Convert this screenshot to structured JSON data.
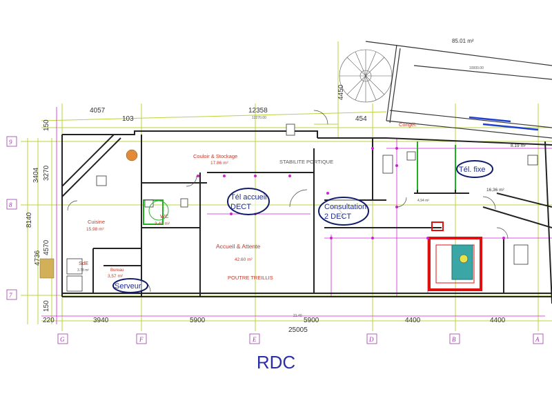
{
  "title": "RDC",
  "top_area_label": "85.01 m²",
  "stair_dim": "10000.00",
  "dims_top": {
    "d1": "4057",
    "d2": "12358",
    "d3": "103",
    "d4": "454",
    "d5": "4450",
    "d6": "12270.00"
  },
  "dims_left": {
    "l1": "150",
    "l2": "3404",
    "l3": "3270",
    "l4": "8140",
    "l5": "4570",
    "l6": "4736",
    "l7": "150"
  },
  "dims_bottom": {
    "b0": "220",
    "b1": "3940",
    "b2": "5900",
    "b3": "5900",
    "b4": "4400",
    "b5": "4400",
    "total": "25005",
    "sub": "21.40"
  },
  "axes_bottom": [
    "G",
    "F",
    "E",
    "D",
    "B",
    "A"
  ],
  "axes_left": [
    "9",
    "8",
    "7"
  ],
  "rooms": {
    "couloir": {
      "name": "Couloir & Stockage",
      "area": "17.86 m²"
    },
    "stabilite": "STABILITE PORTIQUE",
    "conge": "Congél.",
    "cuisine": {
      "name": "Cuisine",
      "area": "15.98 m²"
    },
    "wc": {
      "name": "WC",
      "area": "3.40 m²"
    },
    "sde": {
      "name": "SdE",
      "area": "3.78 m²"
    },
    "bureau": {
      "name": "Bureau",
      "area": "3,57 m²"
    },
    "accueil": {
      "name": "Accueil & Attente",
      "area": "42.60 m²"
    },
    "poutre": "POUTRE TREILLIS",
    "r1": "4,94 m²",
    "r2": "8.19 m²",
    "r3": "16,36 m²"
  },
  "bubbles": {
    "tel_accueil": [
      "Tél accueil",
      "DECT"
    ],
    "consultation": [
      "Consultation",
      "2 DECT"
    ],
    "tel_fixe": "Tél. fixe",
    "serveur": "Serveur"
  },
  "colors": {
    "green": "#b7d53a",
    "magenta": "#d21fd2",
    "red": "#e01010",
    "blue_text": "#2a2fa8",
    "wall": "#222222",
    "bubble_border": "#101c6b"
  }
}
